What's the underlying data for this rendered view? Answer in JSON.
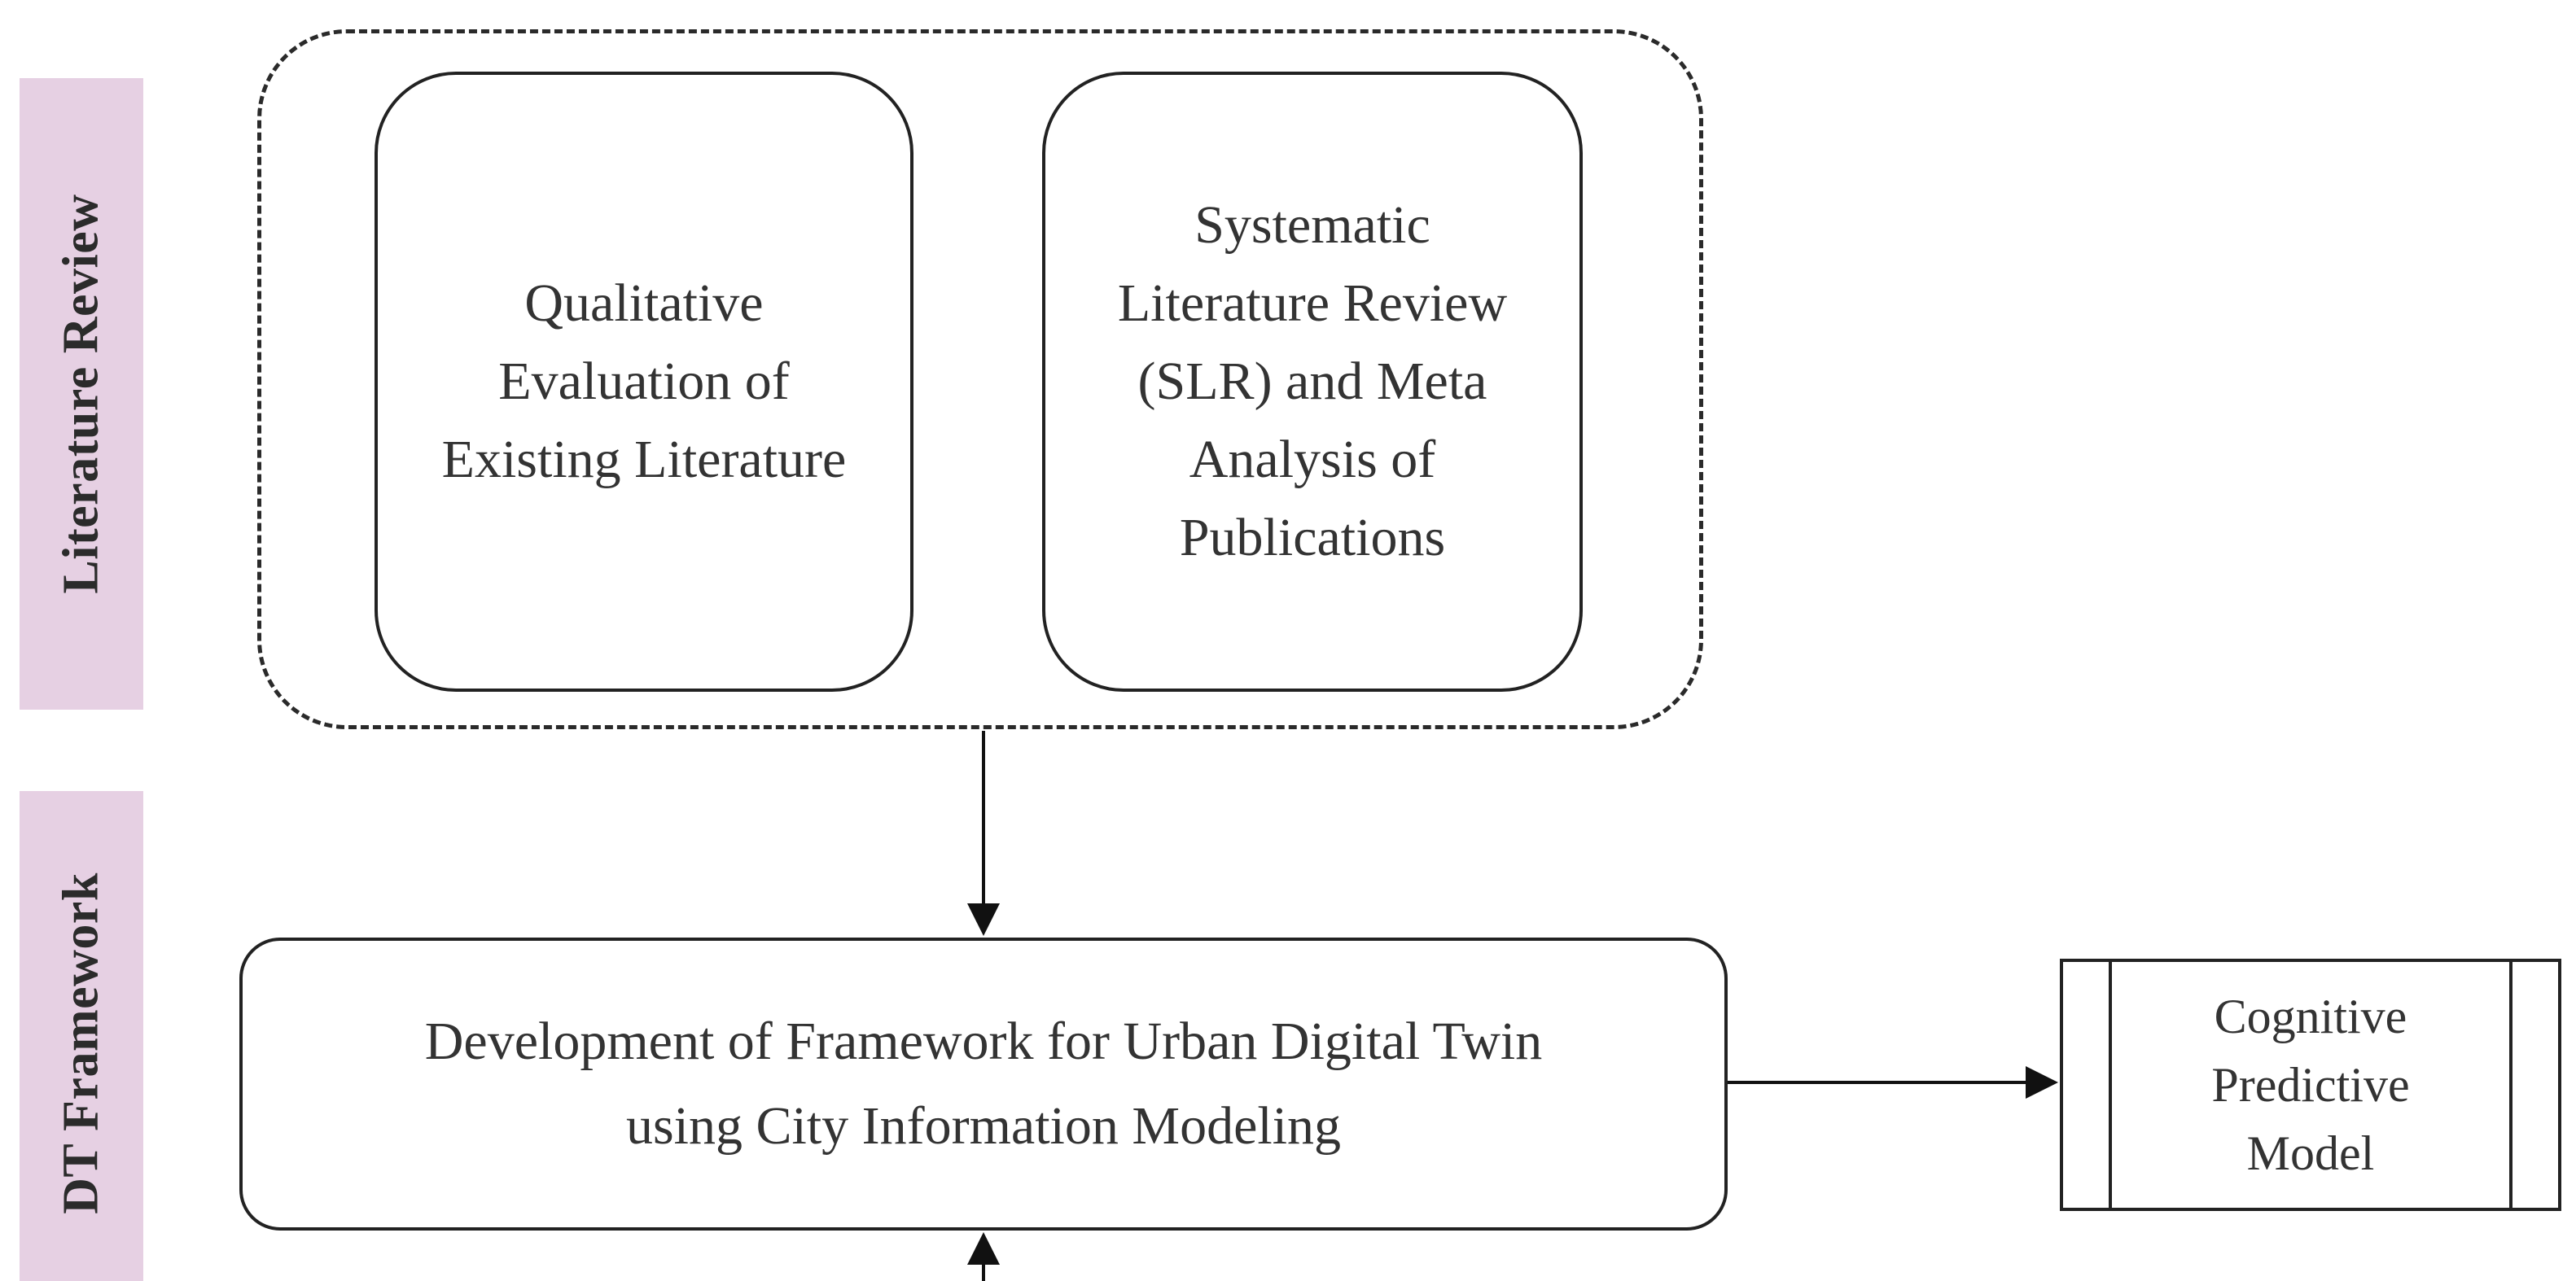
{
  "lanes": {
    "literature_review": "Literature Review",
    "dt_framework": "DT Framework"
  },
  "boxes": {
    "qualitative": "Qualitative\nEvaluation of\nExisting Literature",
    "slr": "Systematic\nLiterature Review\n(SLR) and Meta\nAnalysis of\nPublications",
    "development": "Development of Framework for Urban Digital Twin\nusing City Information Modeling",
    "cognitive": "Cognitive\nPredictive\nModel"
  },
  "colors": {
    "lane_fill": "#e6d0e3",
    "stroke": "#222222",
    "text": "#333333"
  },
  "connections": [
    {
      "from": "literature-review-group",
      "to": "development-box"
    },
    {
      "from": "development-box",
      "to": "cognitive-model-box"
    },
    {
      "from": "offscreen-below",
      "to": "development-box"
    }
  ]
}
